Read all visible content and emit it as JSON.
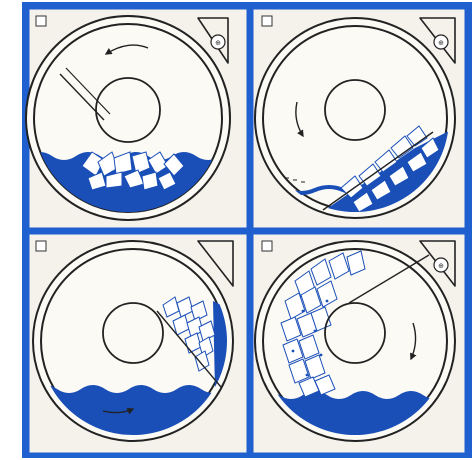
{
  "figure": {
    "colors": {
      "frame": "#1f5fcf",
      "water": "#1a4fb8",
      "ink": "#222222",
      "paper": "#f4f2ea",
      "clothes": "#ffffff",
      "clothes_shade": "#b9cdea"
    },
    "panels": [
      {
        "id": "A",
        "position": "top-left",
        "label": "",
        "label_icon": "square-box-icon",
        "scene": "clothes-submerged-at-bottom"
      },
      {
        "id": "B",
        "position": "top-right",
        "label": "",
        "label_icon": "square-box-icon",
        "scene": "clothes-carried-up-right-side"
      },
      {
        "id": "C",
        "position": "bottom-left",
        "label": "",
        "label_icon": "square-box-icon",
        "scene": "clothes-high-on-right-wall"
      },
      {
        "id": "D",
        "position": "bottom-right",
        "label": "",
        "label_icon": "square-box-icon",
        "scene": "clothes-falling-from-top"
      }
    ],
    "icons": {
      "drum": "drum-icon",
      "hub": "hub-circle-icon",
      "corner": "corner-triangle-icon",
      "badge": "circled-badge-icon",
      "arrow": "rotation-arrow-icon"
    }
  }
}
